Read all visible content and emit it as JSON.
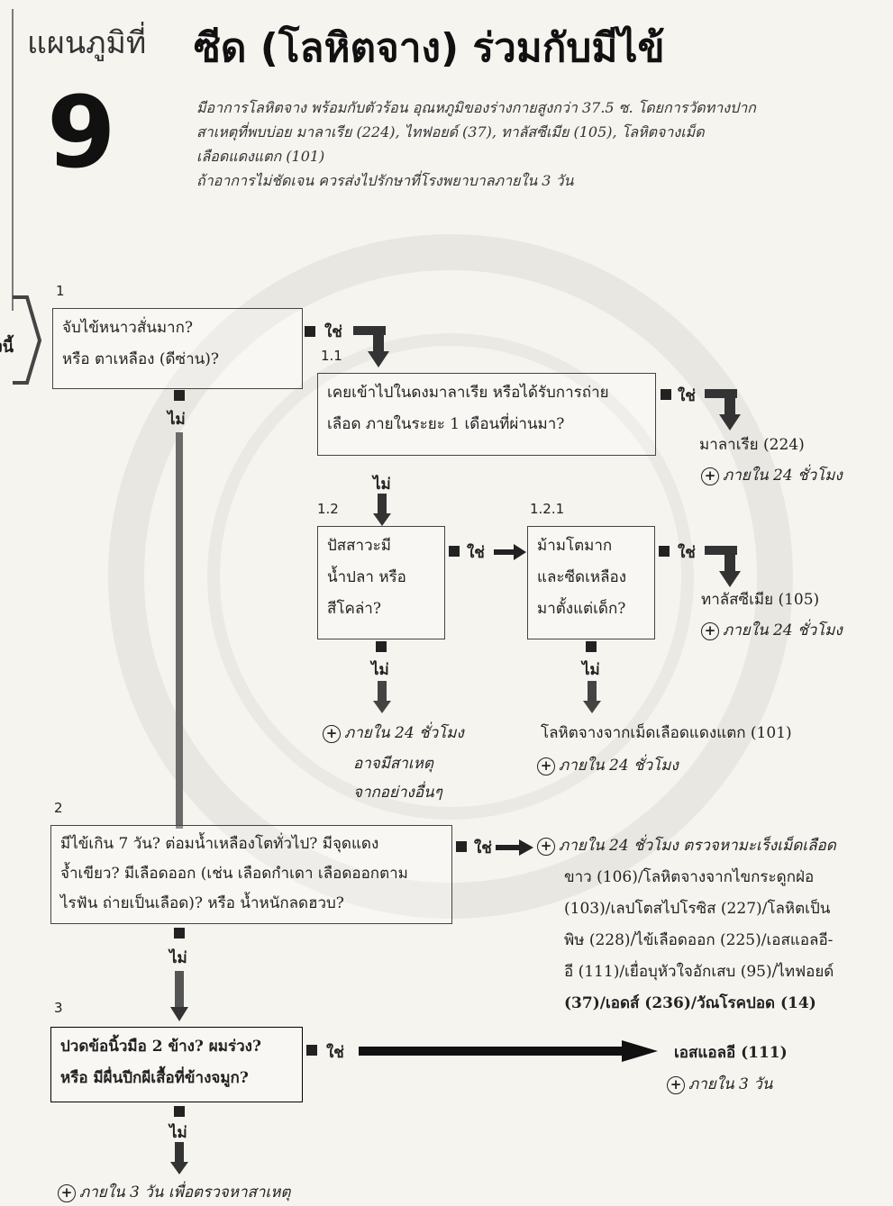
{
  "header": {
    "chart_label": "แผนภูมิที่",
    "chart_number": "9",
    "title": "ซีด (โลหิตจาง) ร่วมกับมีไข้",
    "intro_line1": "มีอาการโลหิตจาง พร้อมกับตัวร้อน อุณหภูมิของร่างกายสูงกว่า 37.5 ซ. โดยการวัดทางปาก",
    "intro_line2": "สาเหตุที่พบบ่อย มาลาเรีย (224), ไทฟอยด์ (37), ทาลัสซีเมีย (105), โลหิตจางเม็ด",
    "intro_line3": "เลือดแดงแตก (101)",
    "intro_line4": "ถ้าอาการไม่ชัดเจน ควรส่งไปรักษาที่โรงพยาบาลภายใน 3 วัน",
    "start_label": "งนี้"
  },
  "steps": {
    "s1_num": "1",
    "s1_line1": "จับไข้หนาวสั่นมาก?",
    "s1_line2": "หรือ ตาเหลือง (ดีซ่าน)?",
    "s1_no": "ไม่",
    "s1_yes": "ใช่",
    "s11_num": "1.1",
    "s11_line1": "เคยเข้าไปในดงมาลาเรีย หรือได้รับการถ่าย",
    "s11_line2": "เลือด ภายในระยะ 1 เดือนที่ผ่านมา?",
    "s11_yes": "ใช่",
    "s11_no": "ไม่",
    "s11_result": "มาลาเรีย (224)",
    "s11_time": "ภายใน 24 ชั่วโมง",
    "s12_num": "1.2",
    "s12_line1": "ปัสสาวะมี",
    "s12_line2": "น้ำปลา หรือ",
    "s12_line3": "สีโคล่า?",
    "s12_yes": "ใช่",
    "s12_no": "ไม่",
    "s12_time": "ภายใน 24 ชั่วโมง",
    "s12_note1": "อาจมีสาเหตุ",
    "s12_note2": "จากอย่างอื่นๆ",
    "s121_num": "1.2.1",
    "s121_line1": "ม้ามโตมาก",
    "s121_line2": "และซีดเหลือง",
    "s121_line3": "มาตั้งแต่เด็ก?",
    "s121_yes": "ใช่",
    "s121_no": "ไม่",
    "s121_result": "ทาลัสซีเมีย (105)",
    "s121_time": "ภายใน 24 ชั่วโมง",
    "s121_no_result": "โลหิตจางจากเม็ดเลือดแดงแตก (101)",
    "s121_no_time": "ภายใน 24 ชั่วโมง",
    "s2_num": "2",
    "s2_line1": "มีไข้เกิน 7 วัน? ต่อมน้ำเหลืองโตทั่วไป? มีจุดแดง",
    "s2_line2": "จ้ำเขียว? มีเลือดออก (เช่น เลือดกำเดา เลือดออกตาม",
    "s2_line3": "ไรฟัน ถ่ายเป็นเลือด)? หรือ น้ำหนักลดฮวบ?",
    "s2_yes": "ใช่",
    "s2_no": "ไม่",
    "s2_time": "ภายใน 24 ชั่วโมง",
    "s2_result_line1": "ตรวจหามะเร็งเม็ดเลือด",
    "s2_result_line2": "ขาว (106)/โลหิตจางจากไขกระดูกฝ่อ",
    "s2_result_line3": "(103)/เลปโตสไปโรซิส (227)/โลหิตเป็น",
    "s2_result_line4": "พิษ (228)/ไข้เลือดออก (225)/เอสแอลอี-",
    "s2_result_line5": "อี (111)/เยื่อบุหัวใจอักเสบ (95)/ไทฟอยด์",
    "s2_result_line6": "(37)/เอดส์ (236)/วัณโรคปอด (14)",
    "s3_num": "3",
    "s3_line1": "ปวดข้อนิ้วมือ 2 ข้าง? ผมร่วง?",
    "s3_line2": "หรือ มีผื่นปีกผีเสื้อที่ข้างจมูก?",
    "s3_yes": "ใช่",
    "s3_no": "ไม่",
    "s3_result": "เอสแอลอี (111)",
    "s3_time": "ภายใน 3 วัน",
    "final_time": "ภายใน 3 วัน เพื่อตรวจหาสาเหตุ"
  }
}
